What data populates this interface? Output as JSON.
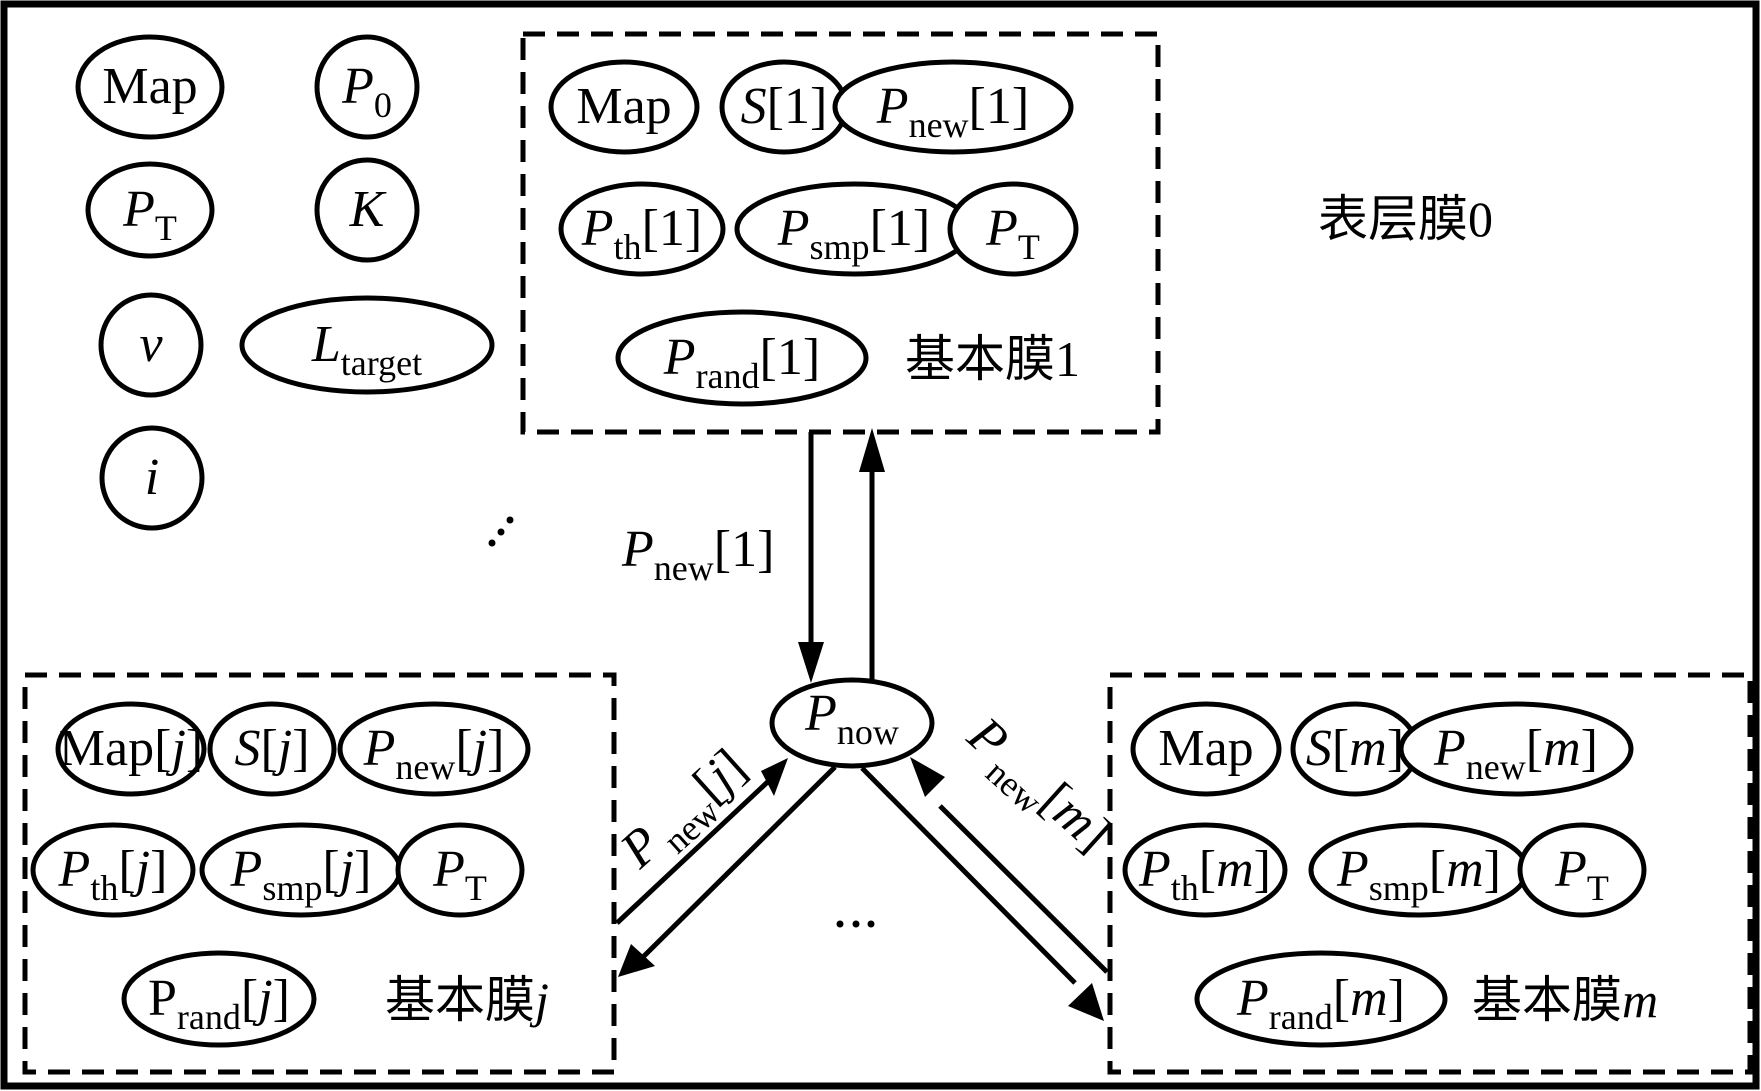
{
  "skin_membrane": {
    "label": "表层膜0",
    "objects": [
      {
        "id": "map",
        "main": "Map",
        "italic": false,
        "sub": ""
      },
      {
        "id": "p0",
        "main": "P",
        "italic": true,
        "sub": "0"
      },
      {
        "id": "pt",
        "main": "P",
        "italic": true,
        "sub": "T"
      },
      {
        "id": "k",
        "main": "K",
        "italic": true,
        "sub": ""
      },
      {
        "id": "v",
        "main": "v",
        "italic": true,
        "sub": ""
      },
      {
        "id": "ltarget",
        "main": "L",
        "italic": true,
        "sub": "target"
      },
      {
        "id": "i",
        "main": "i",
        "italic": true,
        "sub": ""
      }
    ],
    "vertical_ellipsis": "⋰",
    "horizontal_ellipsis": "…"
  },
  "central_object": {
    "main": "P",
    "italic": true,
    "sub": "now"
  },
  "membranes": [
    {
      "id": "membrane-1",
      "label_cn": "基本膜",
      "label_idx": "1",
      "idx_italic": false,
      "objects": [
        {
          "main": "Map",
          "italic": false,
          "sub": "",
          "idx": ""
        },
        {
          "main": "S",
          "italic": true,
          "sub": "",
          "idx": "1"
        },
        {
          "main": "P",
          "italic": true,
          "sub": "new",
          "idx": "1"
        },
        {
          "main": "P",
          "italic": true,
          "sub": "th",
          "idx": "1"
        },
        {
          "main": "P",
          "italic": true,
          "sub": "smp",
          "idx": "1"
        },
        {
          "main": "P",
          "italic": true,
          "sub": "T",
          "idx": ""
        },
        {
          "main": "P",
          "italic": true,
          "sub": "rand",
          "idx": "1"
        }
      ]
    },
    {
      "id": "membrane-j",
      "label_cn": "基本膜",
      "label_idx": "j",
      "idx_italic": true,
      "objects": [
        {
          "main": "Map",
          "italic": false,
          "sub": "",
          "idx": "j"
        },
        {
          "main": "S",
          "italic": true,
          "sub": "",
          "idx": "j"
        },
        {
          "main": "P",
          "italic": true,
          "sub": "new",
          "idx": "j"
        },
        {
          "main": "P",
          "italic": true,
          "sub": "th",
          "idx": "j"
        },
        {
          "main": "P",
          "italic": true,
          "sub": "smp",
          "idx": "j"
        },
        {
          "main": "P",
          "italic": true,
          "sub": "T",
          "idx": ""
        },
        {
          "main": "P",
          "italic": false,
          "sub": "rand",
          "idx": "j"
        }
      ]
    },
    {
      "id": "membrane-m",
      "label_cn": "基本膜",
      "label_idx": "m",
      "idx_italic": true,
      "objects": [
        {
          "main": "Map",
          "italic": false,
          "sub": "",
          "idx": ""
        },
        {
          "main": "S",
          "italic": true,
          "sub": "",
          "idx": "m"
        },
        {
          "main": "P",
          "italic": true,
          "sub": "new",
          "idx": "m"
        },
        {
          "main": "P",
          "italic": true,
          "sub": "th",
          "idx": "m"
        },
        {
          "main": "P",
          "italic": true,
          "sub": "smp",
          "idx": "m"
        },
        {
          "main": "P",
          "italic": true,
          "sub": "T",
          "idx": ""
        },
        {
          "main": "P",
          "italic": true,
          "sub": "rand",
          "idx": "m"
        }
      ]
    }
  ],
  "edges": [
    {
      "id": "m1-to-now",
      "from": "membrane-1",
      "to": "P_now",
      "label_main": "P",
      "label_sub": "new",
      "label_idx": "1"
    },
    {
      "id": "now-to-m1",
      "from": "P_now",
      "to": "membrane-1",
      "label_main": "",
      "label_sub": "",
      "label_idx": ""
    },
    {
      "id": "mj-to-now",
      "from": "membrane-j",
      "to": "P_now",
      "label_main": "P",
      "label_sub": "new",
      "label_idx": "j"
    },
    {
      "id": "now-to-mj",
      "from": "P_now",
      "to": "membrane-j",
      "label_main": "",
      "label_sub": "",
      "label_idx": ""
    },
    {
      "id": "mm-to-now",
      "from": "membrane-m",
      "to": "P_now",
      "label_main": "P",
      "label_sub": "new",
      "label_idx": "m"
    },
    {
      "id": "now-to-mm",
      "from": "P_now",
      "to": "membrane-m",
      "label_main": "",
      "label_sub": "",
      "label_idx": ""
    }
  ]
}
